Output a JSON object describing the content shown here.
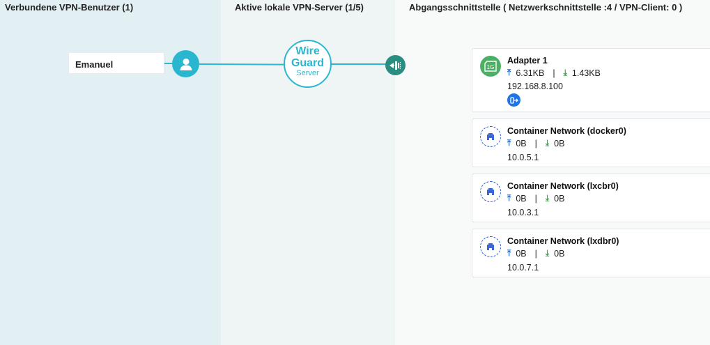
{
  "columns": {
    "users_title": "Verbundene VPN-Benutzer (1)",
    "servers_title": "Aktive lokale VPN-Server (1/5)",
    "exit_title": "Abgangsschnittstelle ( Netzwerkschnittstelle :4 / VPN-Client: 0 )"
  },
  "user": {
    "name": "Emanuel",
    "icon": "user-icon"
  },
  "server": {
    "line1": "Wire",
    "line2": "Guard",
    "line3": "Server",
    "icon": "wireguard-badge"
  },
  "exit_icon": "exit-interface-icon",
  "colors": {
    "accent": "#2bb6cf",
    "exit": "#2a8d82",
    "upload": "#1e63c7",
    "download": "#3aa648",
    "adapter": "#4caf65"
  },
  "interfaces": [
    {
      "name": "Adapter 1",
      "up": "6.31KB",
      "down": "1.43KB",
      "ip": "192.168.8.100",
      "icon": "adapter-1g-icon",
      "icon_text": "1G"
    },
    {
      "name": "Container Network (docker0)",
      "up": "0B",
      "down": "0B",
      "ip": "10.0.5.1",
      "icon": "network-icon"
    },
    {
      "name": "Container Network (lxcbr0)",
      "up": "0B",
      "down": "0B",
      "ip": "10.0.3.1",
      "icon": "network-icon"
    },
    {
      "name": "Container Network (lxdbr0)",
      "up": "0B",
      "down": "0B",
      "ip": "10.0.7.1",
      "icon": "network-icon"
    }
  ],
  "separator": "|"
}
